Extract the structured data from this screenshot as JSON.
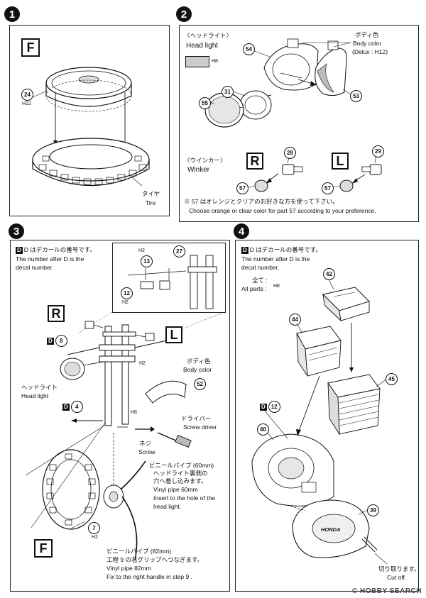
{
  "step1": {
    "number": "1",
    "box_label": "F",
    "part24": "24",
    "paint24": "H12",
    "tire_jp": "タイヤ",
    "tire_en": "Tire"
  },
  "step2": {
    "number": "2",
    "headlight_jp": "〈ヘッドライト〉",
    "headlight_en": "Head light",
    "paint_swatch": "H8",
    "body_color_jp": "ボディ色",
    "body_color_en": "Body color",
    "body_color_delux": "(Delux : H12)",
    "part54": "54",
    "part31": "31",
    "part55": "55",
    "part53": "53",
    "winker_jp": "〈ウインカー〉",
    "winker_en": "Winker",
    "R": "R",
    "L": "L",
    "part28": "28",
    "part29": "29",
    "part57a": "57",
    "part57b": "57",
    "note_jp": "※ 57 はオレンジとクリアのお好きな方を使って下さい。",
    "note_en": "Choose orange or clear color for part 57 according to your preference."
  },
  "step3": {
    "number": "3",
    "decal_note_jp": "D はデカールの番号です。",
    "decal_note_en1": "The number after D is the",
    "decal_note_en2": "decal number.",
    "paint_h2a": "H2",
    "part27": "27",
    "part13": "13",
    "part12": "12",
    "paint_h2b": "H2",
    "R": "R",
    "L": "L",
    "decal8": "8",
    "paint_h2c": "H2",
    "headlight_jp": "ヘッドライト",
    "headlight_en": "Head light",
    "body_color_jp": "ボディ色",
    "body_color_en": "Body color",
    "part52": "52",
    "decal4": "4",
    "paint_h8": "H8",
    "screwdriver_jp": "ドライバー",
    "screwdriver_en": "Screw driver",
    "screw_jp": "ネジ",
    "screw_en": "Screw",
    "vinyl60_jp1": "ビニールパイプ (60mm)",
    "vinyl60_jp2": "ヘッドライト裏側の",
    "vinyl60_jp3": "穴へ差し込みます。",
    "vinyl60_en1": "Vinyl pipe 60mm",
    "vinyl60_en2": "Insert to the hole of the",
    "vinyl60_en3": "head light.",
    "part7": "7",
    "paint_h2d": "H2",
    "box_F": "F",
    "vinyl82_jp1": "ビニールパイプ (82mm)",
    "vinyl82_jp2": "工程 9 の右グリップへつなぎます。",
    "vinyl82_en1": "Vinyl pipe 82mm",
    "vinyl82_en2": "Fix to the right handle in step 9 ."
  },
  "step4": {
    "number": "4",
    "decal_note_jp": "D はデカールの番号です。",
    "decal_note_en1": "The number after D is the",
    "decal_note_en2": "decal number.",
    "all_parts_jp": "全て :",
    "all_parts_en": "All parts :",
    "paint_h8": "H8",
    "part42": "42",
    "part44": "44",
    "part45": "45",
    "decal12": "12",
    "part40": "40",
    "part39": "39",
    "engine_brand": "HONDA",
    "cutoff_jp": "切り取ります。",
    "cutoff_en": "Cut off."
  },
  "watermark": "© HOBBY SEARCH"
}
